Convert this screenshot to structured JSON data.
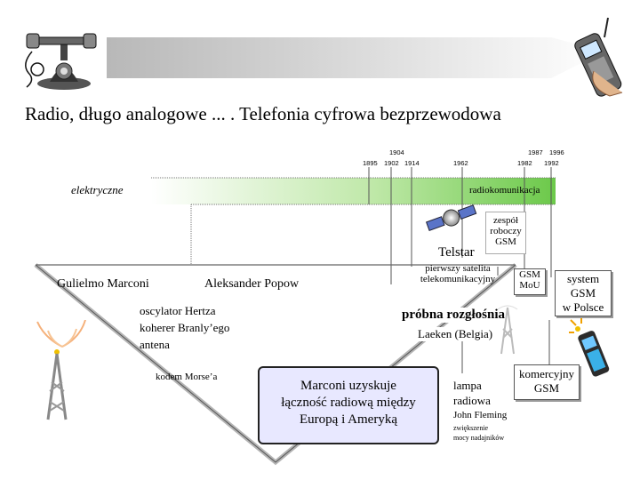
{
  "title": "Radio, długo analogowe ... . Telefonia cyfrowa bezprzewodowa",
  "timeline": {
    "years_top": [
      "1904",
      "1987",
      "1996"
    ],
    "years_bottom": [
      "1895",
      "1902",
      "1914",
      "1962",
      "1982",
      "1992"
    ],
    "left_label": "elektryczne",
    "right_label": "radiokomunikacja"
  },
  "triangle": {
    "left_name": "Gulielmo Marconi",
    "right_name": "Aleksander Popow",
    "inventions": [
      "oscylator Hertza",
      "koherer Branly’ego",
      "antena"
    ],
    "morse": "kodem Morse’a"
  },
  "marconi_box": [
    "Marconi uzyskuje",
    "łączność radiową między",
    "Europą i Ameryką"
  ],
  "telstar": {
    "name": "Telstar",
    "caption": [
      "pierwszy satelita",
      "telekomunikacyjny"
    ]
  },
  "gsm_group": {
    "lines": [
      "zespół",
      "roboczy",
      "GSM"
    ]
  },
  "gsm_mou": {
    "lines": [
      "GSM",
      "MoU"
    ]
  },
  "system_polska": {
    "lines": [
      "system",
      "GSM",
      "w Polsce"
    ]
  },
  "commercial_gsm": {
    "lines": [
      "komercyjny",
      "GSM"
    ]
  },
  "broadcast": {
    "title": "próbna rozgłośnia",
    "place": "Laeken (Belgia)"
  },
  "lamp": {
    "lines": [
      "lampa",
      "radiowa"
    ],
    "inventor": "John Fleming",
    "note": [
      "zwiększenie",
      "mocy nadajników"
    ]
  }
}
